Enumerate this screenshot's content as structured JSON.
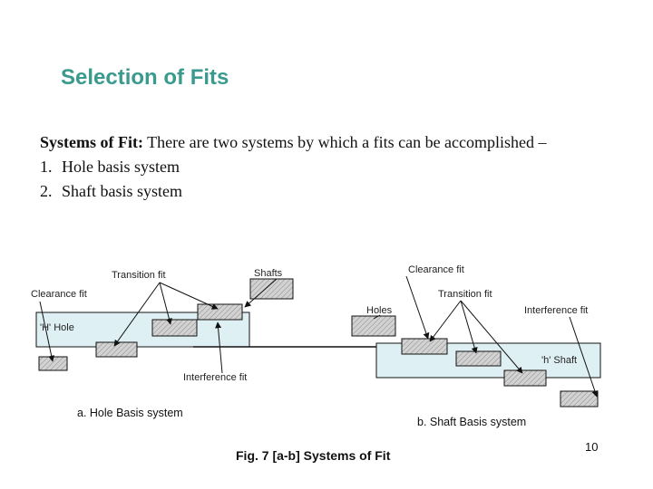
{
  "slide": {
    "title": "Selection of Fits",
    "intro_bold": "Systems of Fit:",
    "intro_rest": " There are two systems by which a fits can be accomplished –",
    "list": [
      {
        "num": "1.",
        "text": "Hole basis system"
      },
      {
        "num": "2.",
        "text": "Shaft basis system"
      }
    ],
    "page_number": "10"
  },
  "figure": {
    "caption": "Fig. 7 [a-b] Systems of Fit",
    "hole_basis": {
      "caption": "a. Hole Basis system",
      "hole_label": "'H' Hole",
      "labels": {
        "clearance": "Clearance fit",
        "transition": "Transition fit",
        "shafts": "Shafts",
        "interference": "Interference fit"
      }
    },
    "shaft_basis": {
      "caption": "b. Shaft Basis system",
      "shaft_label": "'h' Shaft",
      "labels": {
        "clearance": "Clearance fit",
        "transition": "Transition fit",
        "holes": "Holes",
        "interference": "Interference fit"
      }
    },
    "colors": {
      "basis_fill": "#dff0f4",
      "hatch_fill": "#cfcfcf",
      "stroke": "#111111"
    }
  }
}
